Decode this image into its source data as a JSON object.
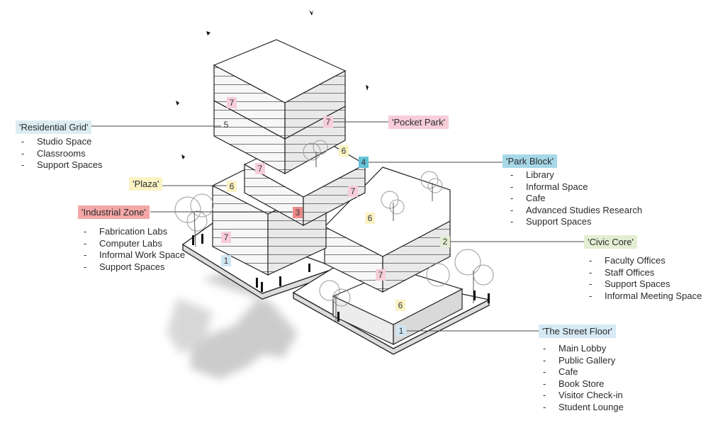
{
  "colors": {
    "pink": "#f6cdd9",
    "yellow": "#fbf3c4",
    "blue": "#cfe6f2",
    "teal": "#66c3d9",
    "red": "#ee8a8a",
    "green": "#e3edd2",
    "line": "#4a4a4a",
    "shadow": "#c9c9c9"
  },
  "labels": {
    "residential": {
      "title": "'Residential Grid'",
      "items": [
        "Studio Space",
        "Classrooms",
        "Support Spaces"
      ]
    },
    "pocket_park": {
      "title": "'Pocket Park'"
    },
    "park_block": {
      "title": "'Park Block'",
      "items": [
        "Library",
        "Informal Space",
        "Cafe",
        "Advanced Studies Research",
        "Support Spaces"
      ]
    },
    "plaza": {
      "title": "'Plaza'"
    },
    "industrial": {
      "title": "'Industrial Zone'",
      "items": [
        "Fabrication Labs",
        "Computer Labs",
        "Informal Work Space",
        "Support Spaces"
      ]
    },
    "civic_core": {
      "title": "'Civic Core'",
      "items": [
        "Faculty Offices",
        "Staff Offices",
        "Support Spaces",
        "Informal Meeting Space"
      ]
    },
    "street_floor": {
      "title": "'The Street Floor'",
      "items": [
        "Main Lobby",
        "Public Gallery",
        "Cafe",
        "Book Store",
        "Visitor Check-in",
        "Student Lounge"
      ]
    }
  },
  "tags": [
    {
      "text": "7",
      "color": "pink"
    },
    {
      "text": "5",
      "color": "none"
    },
    {
      "text": "7",
      "color": "pink"
    },
    {
      "text": "6",
      "color": "yellow"
    },
    {
      "text": "4",
      "color": "teal"
    },
    {
      "text": "7",
      "color": "pink"
    },
    {
      "text": "7",
      "color": "pink"
    },
    {
      "text": "6",
      "color": "yellow"
    },
    {
      "text": "3",
      "color": "red"
    },
    {
      "text": "7",
      "color": "pink"
    },
    {
      "text": "1",
      "color": "blue"
    },
    {
      "text": "6",
      "color": "yellow"
    },
    {
      "text": "2",
      "color": "green"
    },
    {
      "text": "7",
      "color": "pink"
    },
    {
      "text": "6",
      "color": "yellow"
    },
    {
      "text": "1",
      "color": "blue"
    }
  ]
}
